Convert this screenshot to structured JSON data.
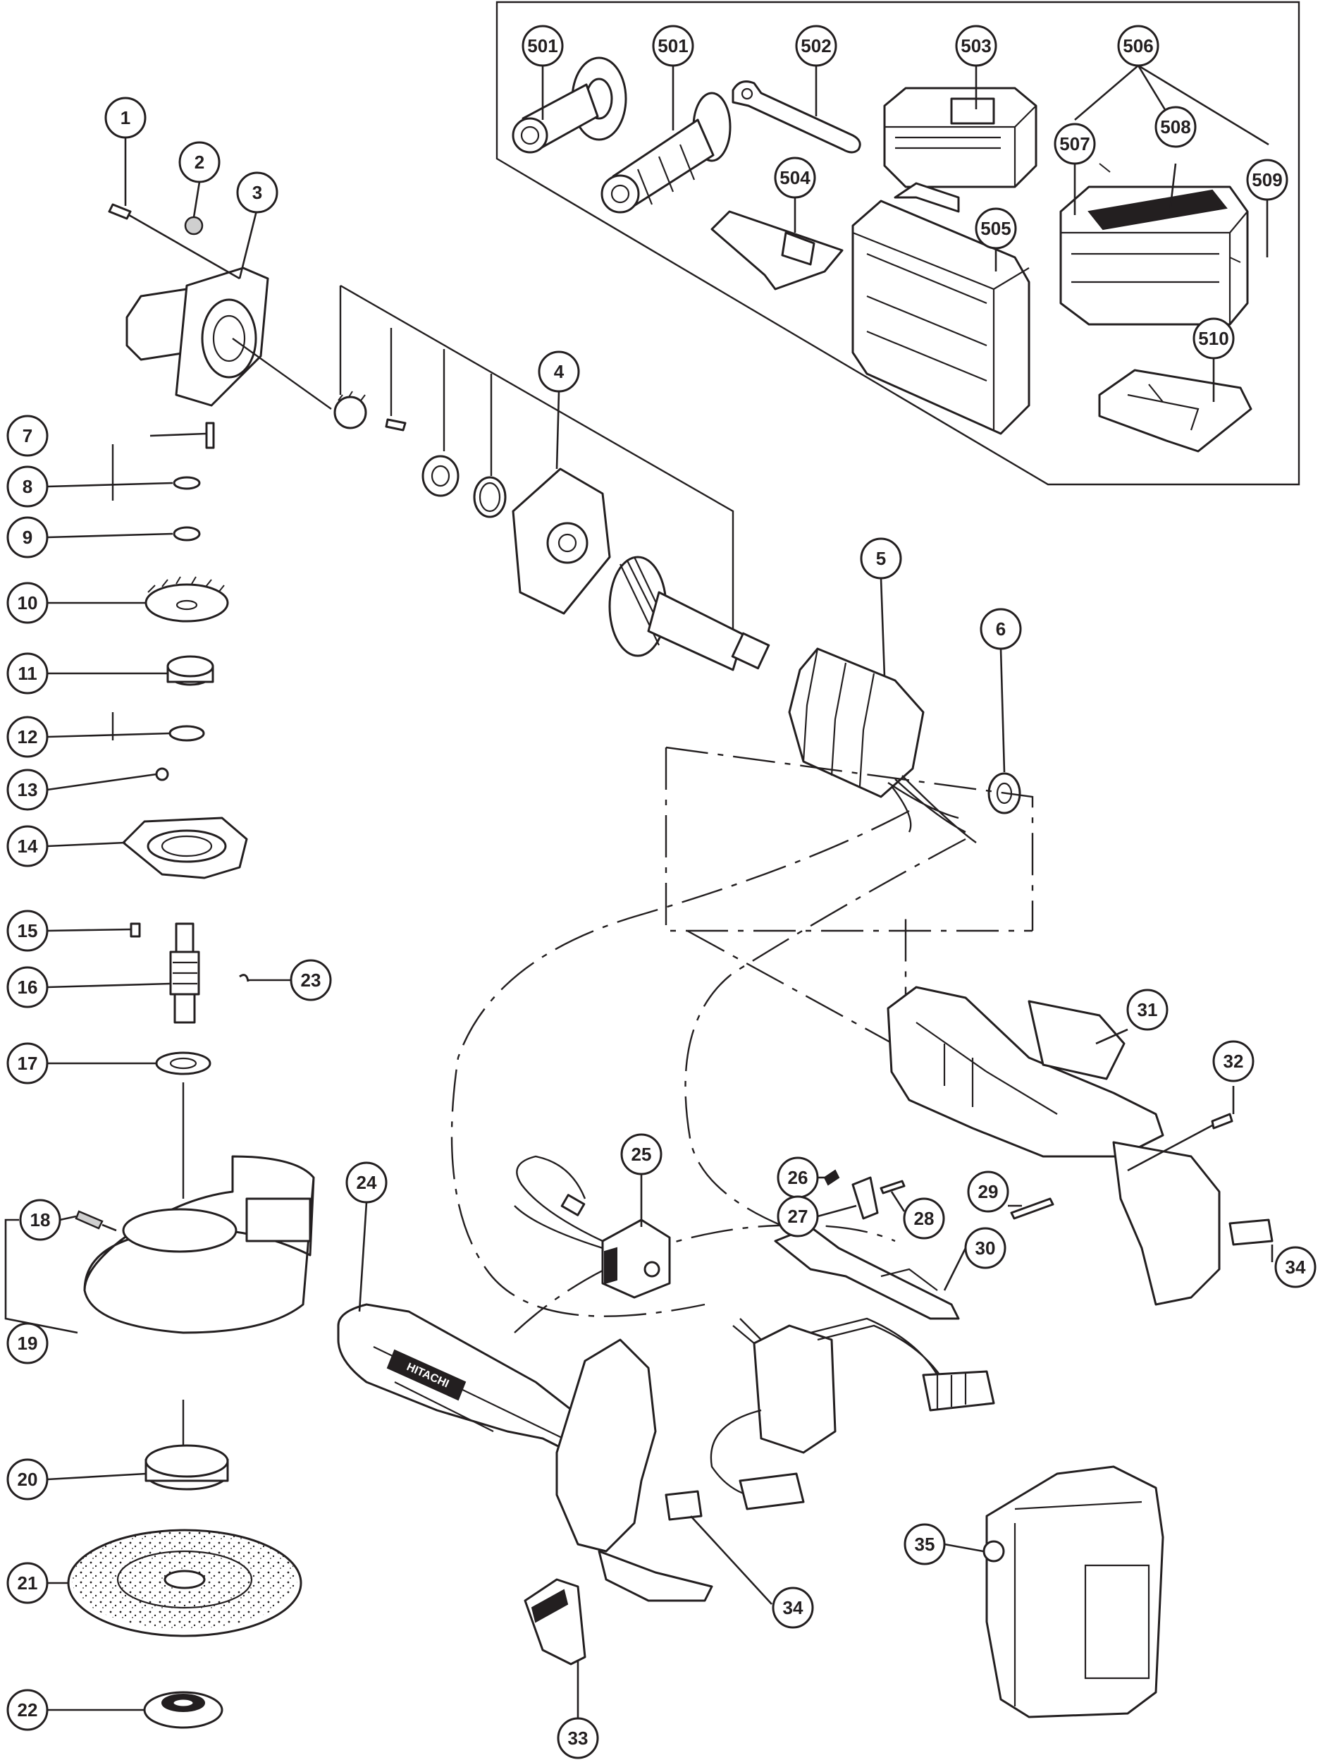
{
  "diagram": {
    "callouts": [
      {
        "id": "c1",
        "label": "1"
      },
      {
        "id": "c2",
        "label": "2"
      },
      {
        "id": "c3",
        "label": "3"
      },
      {
        "id": "c4",
        "label": "4"
      },
      {
        "id": "c5",
        "label": "5"
      },
      {
        "id": "c6",
        "label": "6"
      },
      {
        "id": "c7",
        "label": "7"
      },
      {
        "id": "c8",
        "label": "8"
      },
      {
        "id": "c9",
        "label": "9"
      },
      {
        "id": "c10",
        "label": "10"
      },
      {
        "id": "c11",
        "label": "11"
      },
      {
        "id": "c12",
        "label": "12"
      },
      {
        "id": "c13",
        "label": "13"
      },
      {
        "id": "c14",
        "label": "14"
      },
      {
        "id": "c15",
        "label": "15"
      },
      {
        "id": "c16",
        "label": "16"
      },
      {
        "id": "c17",
        "label": "17"
      },
      {
        "id": "c18",
        "label": "18"
      },
      {
        "id": "c19",
        "label": "19"
      },
      {
        "id": "c20",
        "label": "20"
      },
      {
        "id": "c21",
        "label": "21"
      },
      {
        "id": "c22",
        "label": "22"
      },
      {
        "id": "c23",
        "label": "23"
      },
      {
        "id": "c24",
        "label": "24"
      },
      {
        "id": "c25",
        "label": "25"
      },
      {
        "id": "c26",
        "label": "26"
      },
      {
        "id": "c27",
        "label": "27"
      },
      {
        "id": "c28",
        "label": "28"
      },
      {
        "id": "c29",
        "label": "29"
      },
      {
        "id": "c30",
        "label": "30"
      },
      {
        "id": "c31",
        "label": "31"
      },
      {
        "id": "c32",
        "label": "32"
      },
      {
        "id": "c33",
        "label": "33"
      },
      {
        "id": "c34a",
        "label": "34"
      },
      {
        "id": "c34b",
        "label": "34"
      },
      {
        "id": "c35",
        "label": "35"
      },
      {
        "id": "c501a",
        "label": "501"
      },
      {
        "id": "c501b",
        "label": "501"
      },
      {
        "id": "c502",
        "label": "502"
      },
      {
        "id": "c503",
        "label": "503"
      },
      {
        "id": "c504",
        "label": "504"
      },
      {
        "id": "c505",
        "label": "505"
      },
      {
        "id": "c506",
        "label": "506"
      },
      {
        "id": "c507",
        "label": "507"
      },
      {
        "id": "c508",
        "label": "508"
      },
      {
        "id": "c509",
        "label": "509"
      },
      {
        "id": "c510",
        "label": "510"
      }
    ],
    "housing_brand": "HITACHI"
  }
}
